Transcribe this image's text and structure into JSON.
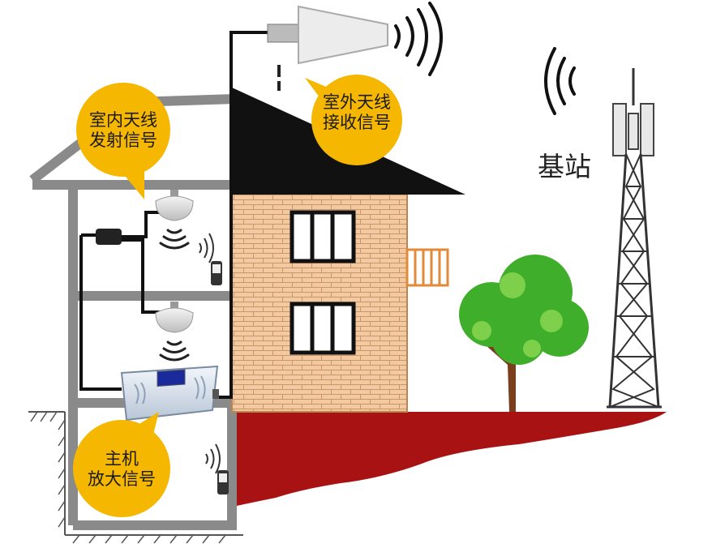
{
  "labels": {
    "indoor_antenna": [
      "室内天线",
      "发射信号"
    ],
    "outdoor_antenna": [
      "室外天线",
      "接收信号"
    ],
    "host_unit": [
      "主机",
      "放大信号"
    ],
    "base_station": "基站"
  },
  "colors": {
    "bubble": "#f5b700",
    "brick": "#f2c9a0",
    "brick_line": "#c99765",
    "roof": "#111111",
    "ground": "#a81212",
    "wall_gray": "#8a8a8a",
    "tree_green": "#3fae2a",
    "trunk": "#7a3e1c",
    "sky_antenna": "#e8e8e8",
    "lattice": "#333333"
  }
}
